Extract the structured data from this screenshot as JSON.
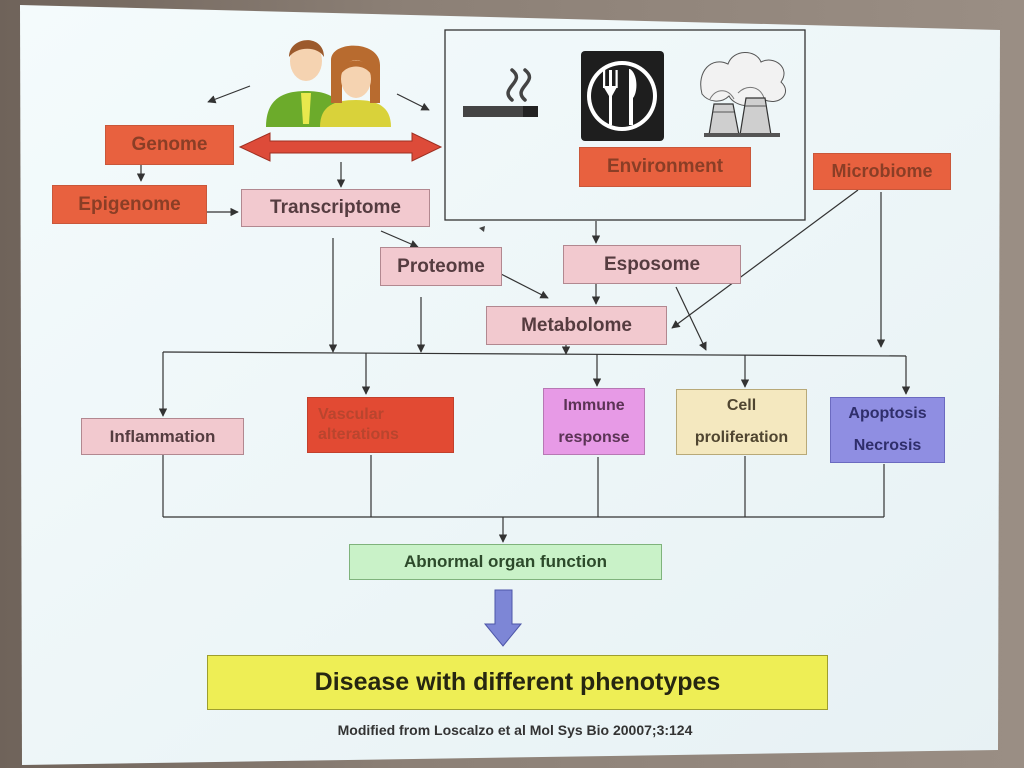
{
  "diagram": {
    "nodes": {
      "genome": "Genome",
      "epigenome": "Epigenome",
      "transcriptome": "Transcriptome",
      "environment": "Environment",
      "microbiome": "Microbiome",
      "proteome": "Proteome",
      "esposome": "Esposome",
      "metabolome": "Metabolome",
      "inflammation": "Inflammation",
      "vascular_line1": "Vascular",
      "vascular_line2": "alterations",
      "immune_line1": "Immune",
      "immune_line2": "response",
      "cell_line1": "Cell",
      "cell_line2": "proliferation",
      "apoptosis_line1": "Apoptosis",
      "apoptosis_line2": "Necrosis",
      "abnormal": "Abnormal organ function",
      "disease": "Disease with different phenotypes"
    },
    "icons": [
      "people-icon",
      "smoking-icon",
      "fork-knife-icon",
      "factory-icon"
    ],
    "credit": "Modified from Loscalzo et al Mol Sys Bio 20007;3:124"
  },
  "colors": {
    "orange": "#e8613f",
    "pink": "#f2c9cf",
    "red": "#e24a33",
    "violet": "#e79ae6",
    "beige": "#f4e8bf",
    "blue": "#8f8ee2",
    "green": "#c9f2c8",
    "yellow": "#eeee55",
    "double_arrow": "#dd4b39",
    "down_arrow": "#7d86d6"
  }
}
